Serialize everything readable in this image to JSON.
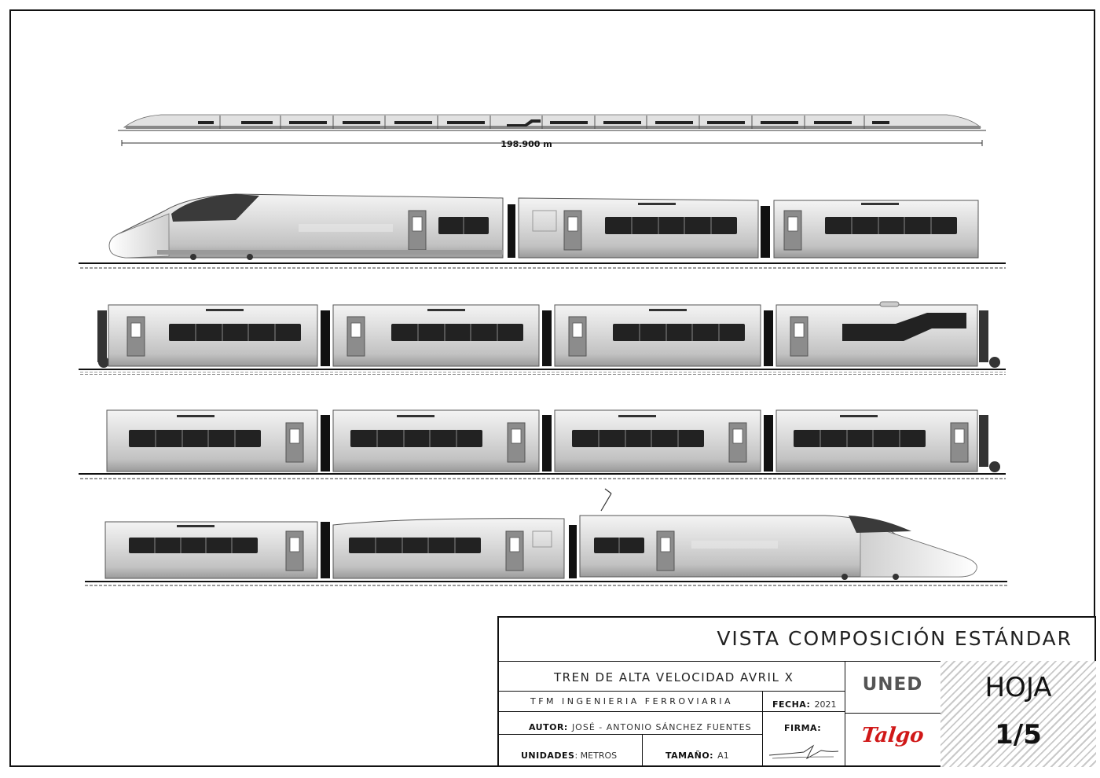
{
  "drawing": {
    "overall_length_label": "198.900 m"
  },
  "title_block": {
    "main_title": "VISTA COMPOSICIÓN ESTÁNDAR",
    "subtitle": "TREN DE ALTA VELOCIDAD AVRIL X",
    "program": "TFM INGENIERIA FERROVIARIA",
    "fecha_label": "FECHA:",
    "fecha_value": "2021",
    "autor_label": "AUTOR:",
    "autor_value": "JOSÉ - ANTONIO SÁNCHEZ FUENTES",
    "firma_label": "FIRMA:",
    "unidades_label": "UNIDADES",
    "unidades_value": ": METROS",
    "tamano_label": "TAMAÑO:",
    "tamano_value": "A1",
    "logo_uned": "UNED",
    "logo_talgo": "Talgo",
    "hoja_label": "HOJA",
    "hoja_value": "1/5"
  },
  "colors": {
    "accent_red": "#d01818",
    "line": "#111111",
    "car_body": "#dcdcdc"
  }
}
